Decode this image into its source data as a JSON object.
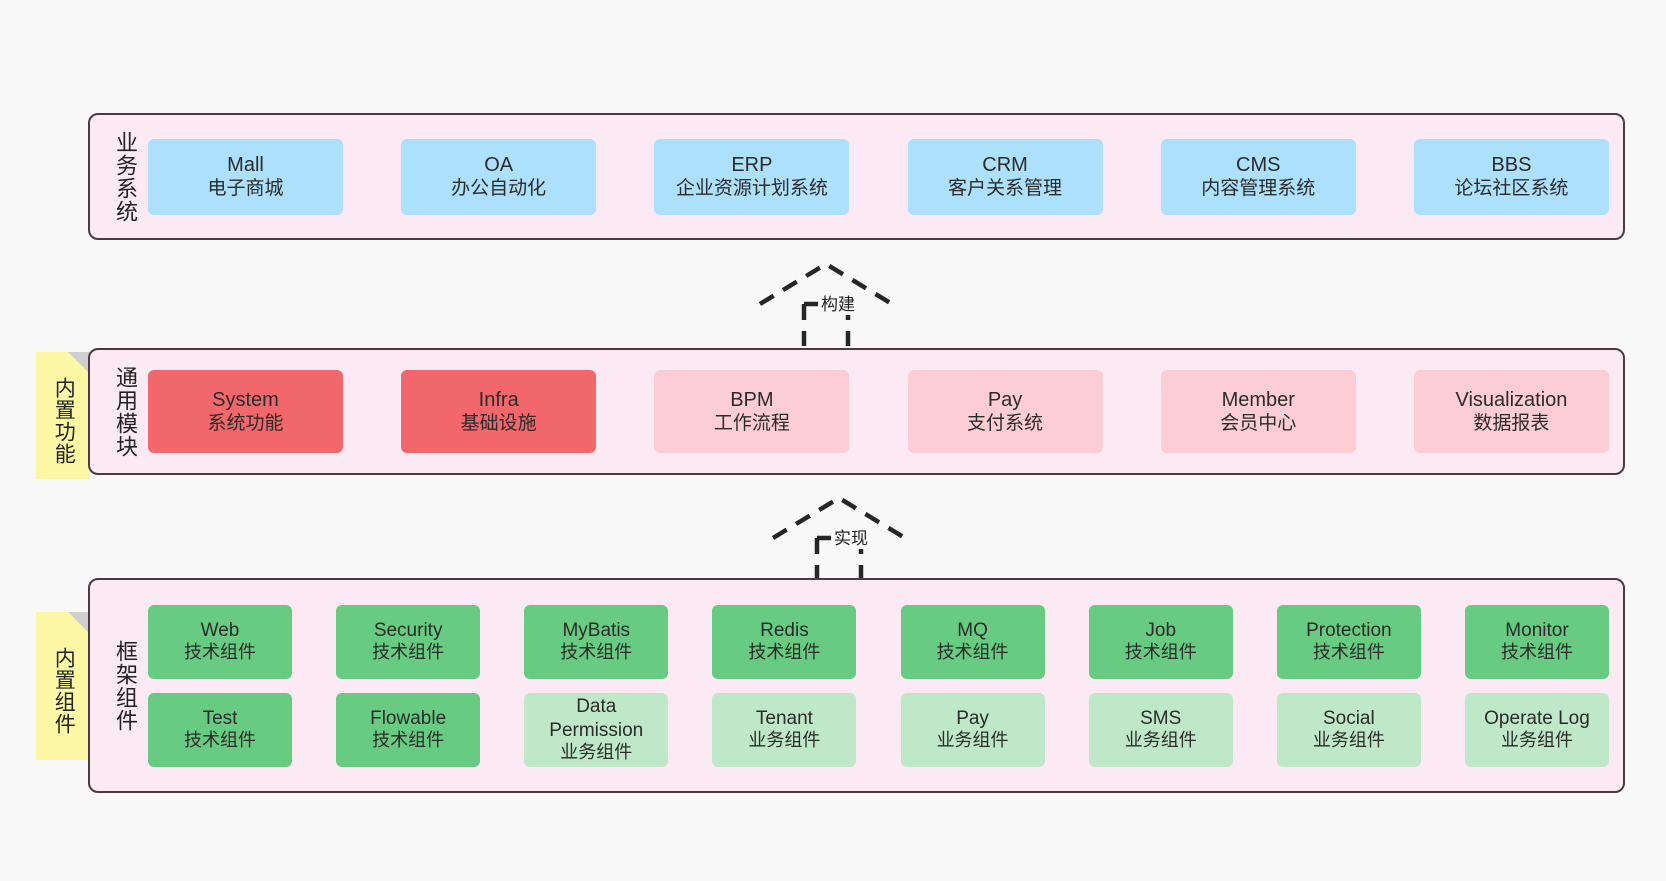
{
  "diagram": {
    "title": "",
    "colors": {
      "canvas": "#f8f8f8",
      "layer_fill": "#fbeaf4",
      "layer_border": "#4a3a42",
      "business_box": "#ace0fb",
      "module_core": "#f1676b",
      "module_optional": "#fccdd5",
      "tech_component": "#67cb81",
      "biz_component": "#bfe8c8",
      "note": "#fbf7a4"
    }
  },
  "notes": [
    {
      "name": "builtin-functions",
      "label": "内置功能"
    },
    {
      "name": "builtin-components",
      "label": "内置组件"
    }
  ],
  "arrows": [
    {
      "name": "build",
      "label": "构建",
      "style": "dashed-generalization",
      "direction": "up"
    },
    {
      "name": "implement",
      "label": "实现",
      "style": "dashed-generalization",
      "direction": "up"
    }
  ],
  "layers": [
    {
      "id": "business",
      "title": "业务系统",
      "boxes": [
        {
          "en": "Mall",
          "cn": "电子商城"
        },
        {
          "en": "OA",
          "cn": "办公自动化"
        },
        {
          "en": "ERP",
          "cn": "企业资源计划系统"
        },
        {
          "en": "CRM",
          "cn": "客户关系管理"
        },
        {
          "en": "CMS",
          "cn": "内容管理系统"
        },
        {
          "en": "BBS",
          "cn": "论坛社区系统"
        }
      ]
    },
    {
      "id": "common",
      "title": "通用模块",
      "boxes": [
        {
          "en": "System",
          "cn": "系统功能"
        },
        {
          "en": "Infra",
          "cn": "基础设施"
        },
        {
          "en": "BPM",
          "cn": "工作流程"
        },
        {
          "en": "Pay",
          "cn": "支付系统"
        },
        {
          "en": "Member",
          "cn": "会员中心"
        },
        {
          "en": "Visualization",
          "cn": "数据报表"
        }
      ]
    },
    {
      "id": "framework",
      "title": "框架组件",
      "columns": [
        {
          "top": {
            "en": "Web",
            "cn": "技术组件"
          },
          "bottom": {
            "en": "Test",
            "cn": "技术组件"
          }
        },
        {
          "top": {
            "en": "Security",
            "cn": "技术组件"
          },
          "bottom": {
            "en": "Flowable",
            "cn": "技术组件"
          }
        },
        {
          "top": {
            "en": "MyBatis",
            "cn": "技术组件"
          },
          "bottom": {
            "en": "Data Permission",
            "cn": "业务组件"
          }
        },
        {
          "top": {
            "en": "Redis",
            "cn": "技术组件"
          },
          "bottom": {
            "en": "Tenant",
            "cn": "业务组件"
          }
        },
        {
          "top": {
            "en": "MQ",
            "cn": "技术组件"
          },
          "bottom": {
            "en": "Pay",
            "cn": "业务组件"
          }
        },
        {
          "top": {
            "en": "Job",
            "cn": "技术组件"
          },
          "bottom": {
            "en": "SMS",
            "cn": "业务组件"
          }
        },
        {
          "top": {
            "en": "Protection",
            "cn": "技术组件"
          },
          "bottom": {
            "en": "Social",
            "cn": "业务组件"
          }
        },
        {
          "top": {
            "en": "Monitor",
            "cn": "技术组件"
          },
          "bottom": {
            "en": "Operate Log",
            "cn": "业务组件"
          }
        }
      ]
    }
  ]
}
